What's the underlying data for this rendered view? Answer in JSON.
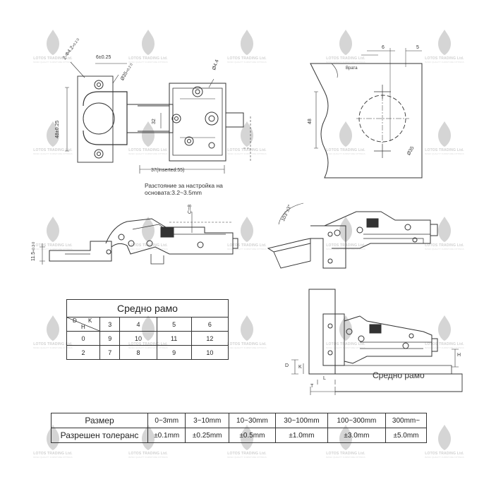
{
  "watermark": {
    "brand": "LOTOS TRADING Ltd.",
    "sub": "BASIC QUALITY FURNITURE FITTINGS"
  },
  "top_left": {
    "dim_hole": "2-Φ4.2",
    "dim_hole_tol": "+0.2 0",
    "dim_edge": "6±0.25",
    "dim_cup": "Ø35",
    "dim_cup_tol": "+0.2 0",
    "dim_height": "48±0.25",
    "dim_screw": "Ø4.4",
    "dim_32": "32",
    "dim_37": "37(Inserted:55)",
    "note": "Разстояние за настройка на основата:3.2~3.5mm"
  },
  "top_right": {
    "door_label": "Врата",
    "dim_6": "6",
    "dim_5": "5",
    "dim_48": "48",
    "dim_cup": "Ø35"
  },
  "mid_left": {
    "dim_c": "C=8",
    "dim_h": "11.5",
    "dim_h_tol": "+0.3 0"
  },
  "mid_right": {
    "angle": "103°±3°"
  },
  "bottom_right": {
    "label_d": "D",
    "label_k": "K",
    "label_t": "T",
    "label_l": "L",
    "label_h": "H",
    "caption": "Средно рамо"
  },
  "middle_arm_table": {
    "title": "Средно рамо",
    "header_d": "D",
    "header_k": "K",
    "header_h": "H",
    "columns": [
      "3",
      "4",
      "5",
      "6"
    ],
    "rows": [
      {
        "h": "0",
        "values": [
          "9",
          "10",
          "11",
          "12"
        ]
      },
      {
        "h": "2",
        "values": [
          "7",
          "8",
          "9",
          "10"
        ]
      }
    ]
  },
  "tolerance_table": {
    "row1_label": "Размер",
    "ranges": [
      "0~3mm",
      "3~10mm",
      "10~30mm",
      "30~100mm",
      "100~300mm",
      "300mm~"
    ],
    "row2_label": "Разрешен толеранс",
    "tolerances": [
      "±0.1mm",
      "±0.25mm",
      "±0.5mm",
      "±1.0mm",
      "±3.0mm",
      "±5.0mm"
    ]
  }
}
